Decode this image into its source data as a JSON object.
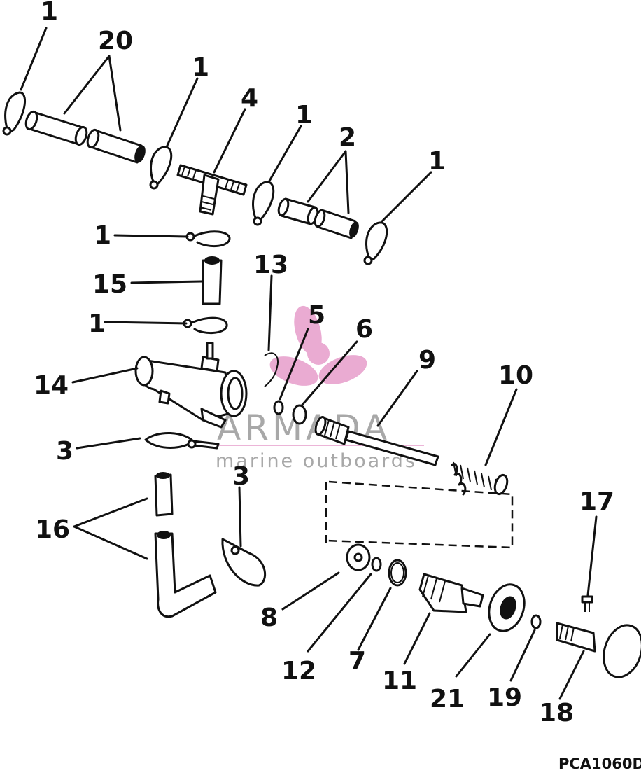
{
  "callouts": {
    "c1a": "1",
    "c20": "20",
    "c1b": "1",
    "c4": "4",
    "c1c": "1",
    "c2": "2",
    "c1d": "1",
    "c1e": "1",
    "c15": "15",
    "c1f": "1",
    "c13": "13",
    "c5": "5",
    "c6": "6",
    "c9": "9",
    "c10": "10",
    "c14": "14",
    "c3a": "3",
    "c3b": "3",
    "c16": "16",
    "c17": "17",
    "c8": "8",
    "c12": "12",
    "c7": "7",
    "c11": "11",
    "c21": "21",
    "c19": "19",
    "c18": "18"
  },
  "figure_code": "PCA1060D",
  "watermark": {
    "brand": "ARMADA",
    "tagline": "marine outboards",
    "color": "#e597c8",
    "logo": "propeller-icon"
  }
}
